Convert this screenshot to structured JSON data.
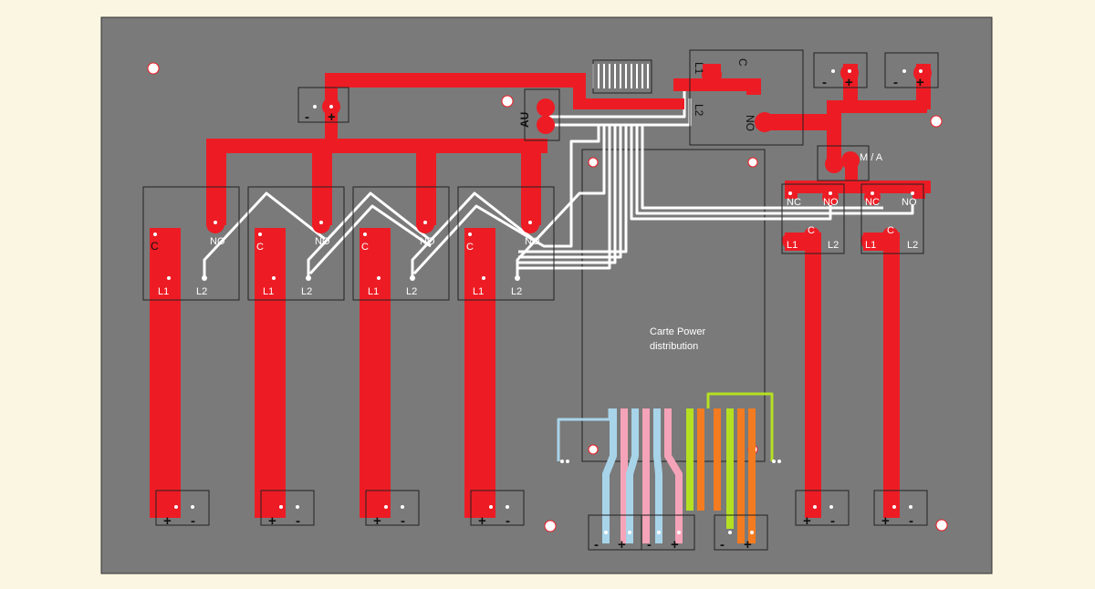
{
  "board": {
    "colors": {
      "background": "#fbf6e1",
      "board": "#7a7a7a",
      "trace_red": "#ed1c24",
      "trace_white": "#ffffff",
      "trace_blue": "#a8d4ea",
      "trace_pink": "#f5a3b8",
      "trace_orange": "#f47b20",
      "trace_green": "#b5e022",
      "outline": "#222222"
    },
    "labels": {
      "au": "AU",
      "ma": "M / A",
      "card_line1": "Carte Power",
      "card_line2": "distribution",
      "relay_l1": "L1",
      "relay_l2": "L2",
      "relay_c": "C",
      "relay_no": "NO",
      "relay_nc": "NC",
      "plus": "+",
      "minus": "-"
    }
  }
}
